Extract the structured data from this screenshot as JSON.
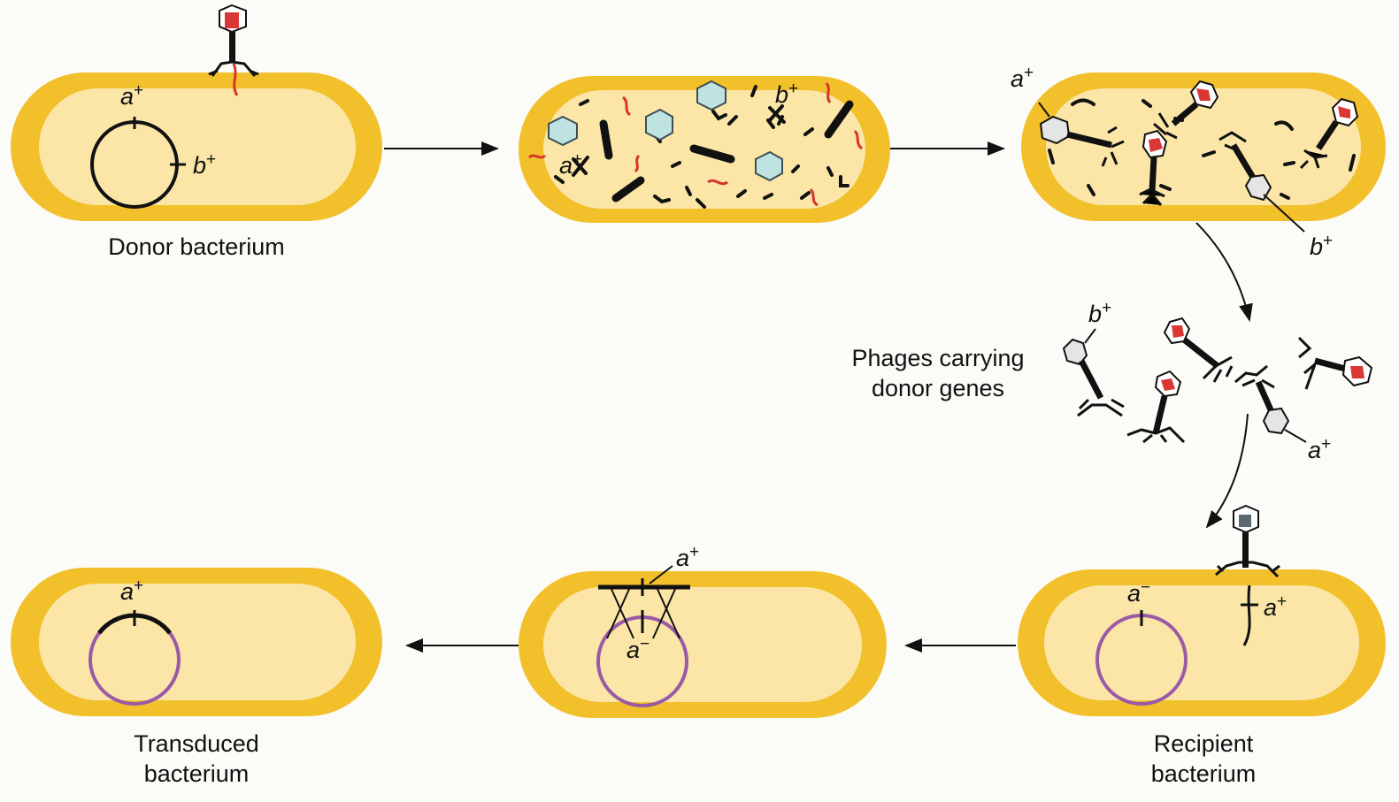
{
  "labels": {
    "donor_bacterium": "Donor bacterium",
    "phages_carrying_line1": "Phages carrying",
    "phages_carrying_line2": "donor genes",
    "transduced_line1": "Transduced",
    "transduced_line2": "bacterium",
    "recipient_line1": "Recipient",
    "recipient_line2": "bacterium"
  },
  "genes": {
    "a": "a",
    "b": "b",
    "plus": "+",
    "minus": "−"
  },
  "colors": {
    "cell_outer": "#f2c02a",
    "cell_inner": "#fbe6a8",
    "dna": "#111111",
    "phage_head_red": "#d93636",
    "phage_head_pale": "#bfe3e0",
    "recipient_chromosome": "#9a5aa6",
    "phage_dna_red": "#d8342f"
  }
}
